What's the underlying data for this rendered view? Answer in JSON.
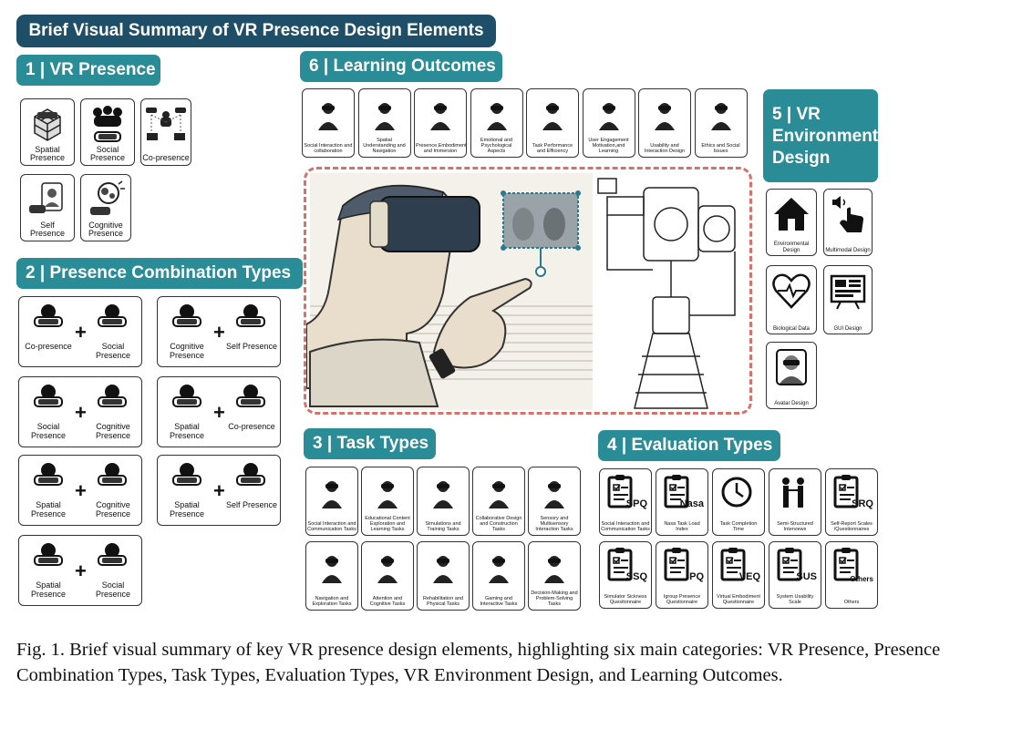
{
  "title": "Brief Visual Summary of VR Presence Design Elements",
  "colors": {
    "banner": "#1f4f68",
    "section": "#2a8c96",
    "dashed_frame": "#d9706a"
  },
  "sections": {
    "vr_presence": {
      "header": "1 | VR Presence",
      "items": [
        {
          "label": "Spatial Presence",
          "icon": "cube-headset-icon"
        },
        {
          "label": "Social Presence",
          "icon": "crowd-headset-icon"
        },
        {
          "label": "Co-presence",
          "icon": "copresence-controllers-icon"
        },
        {
          "label": "Self Presence",
          "icon": "self-avatar-icon"
        },
        {
          "label": "Cognitive Presence",
          "icon": "brain-gears-icon"
        }
      ]
    },
    "combination_types": {
      "header": "2 | Presence Combination Types",
      "items": [
        {
          "left": "Co-presence",
          "right": "Social Presence"
        },
        {
          "left": "Cognitive Presence",
          "right": "Self Presence"
        },
        {
          "left": "Social Presence",
          "right": "Cognitive Presence"
        },
        {
          "left": "Spatial Presence",
          "right": "Co-presence"
        },
        {
          "left": "Spatial Presence",
          "right": "Cognitive Presence"
        },
        {
          "left": "Spatial Presence",
          "right": "Self Presence"
        },
        {
          "left": "Spatial Presence",
          "right": "Social Presence"
        }
      ]
    },
    "task_types": {
      "header": "3 | Task Types",
      "items": [
        "Social Interaction and Communication Tasks",
        "Educational Content Exploration and Learning Tasks",
        "Simulations and Training Tasks",
        "Collaborative Design and Construction Tasks",
        "Sensory and Multisensory Interaction Tasks",
        "Navigation and Exploration Tasks",
        "Attention and Cognitive Tasks",
        "Rehabilitation and Physical Tasks",
        "Gaming and Interactive Tasks",
        "Decision-Making and Problem-Solving Tasks"
      ]
    },
    "evaluation_types": {
      "header": "4 | Evaluation Types",
      "items": [
        {
          "abbr": "SPQ",
          "label": "Social Interaction and Communication Tasks",
          "icon": "clipboard-icon"
        },
        {
          "abbr": "Nasa",
          "label": "Nasa Task Load Index",
          "icon": "clipboard-icon"
        },
        {
          "abbr": "",
          "label": "Task Completion Time",
          "icon": "clock-icon"
        },
        {
          "abbr": "",
          "label": "Semi-Structured Interviews",
          "icon": "interview-people-icon"
        },
        {
          "abbr": "SRQ",
          "label": "Self-Report Scales /Questionnaires",
          "icon": "clipboard-icon"
        },
        {
          "abbr": "SSQ",
          "label": "Simulator Sickness Quesitonnaire",
          "icon": "clipboard-icon"
        },
        {
          "abbr": "IPQ",
          "label": "Igroup Presence Questionnaire",
          "icon": "clipboard-icon"
        },
        {
          "abbr": "VEQ",
          "label": "Virtual Embodiment Questionnaire",
          "icon": "clipboard-icon"
        },
        {
          "abbr": "SUS",
          "label": "System Usability Scale",
          "icon": "clipboard-icon"
        },
        {
          "abbr": "Others",
          "label": "Others",
          "icon": "clipboard-icon"
        }
      ]
    },
    "environment_design": {
      "header": "5 | VR Environment Design",
      "items": [
        {
          "label": "Environmental Design",
          "icon": "house-icon"
        },
        {
          "label": "Multimodal Design",
          "icon": "touch-sound-icon"
        },
        {
          "label": "Biological Data",
          "icon": "heart-pulse-icon"
        },
        {
          "label": "GUI Design",
          "icon": "gui-board-icon"
        },
        {
          "label": "Avatar Design",
          "icon": "avatar-icon"
        }
      ]
    },
    "learning_outcomes": {
      "header": "6 | Learning Outcomes",
      "items": [
        "Social Interaction and collaboration",
        "Spatial Understanding and Navigation",
        "Presence,Embodiment and Immersion",
        "Emotional and Psychological Aspects",
        "Task Performance and Efficiency",
        "User Engagement Motivation,and Learning",
        "Usability and Interaction Design",
        "Ethics and Social Issues"
      ]
    }
  },
  "caption": "Fig. 1.  Brief visual summary of key VR presence design elements, highlighting six main categories: VR Presence, Presence Combination Types, Task Types, Evaluation Types, VR Environment Design, and Learning Outcomes."
}
